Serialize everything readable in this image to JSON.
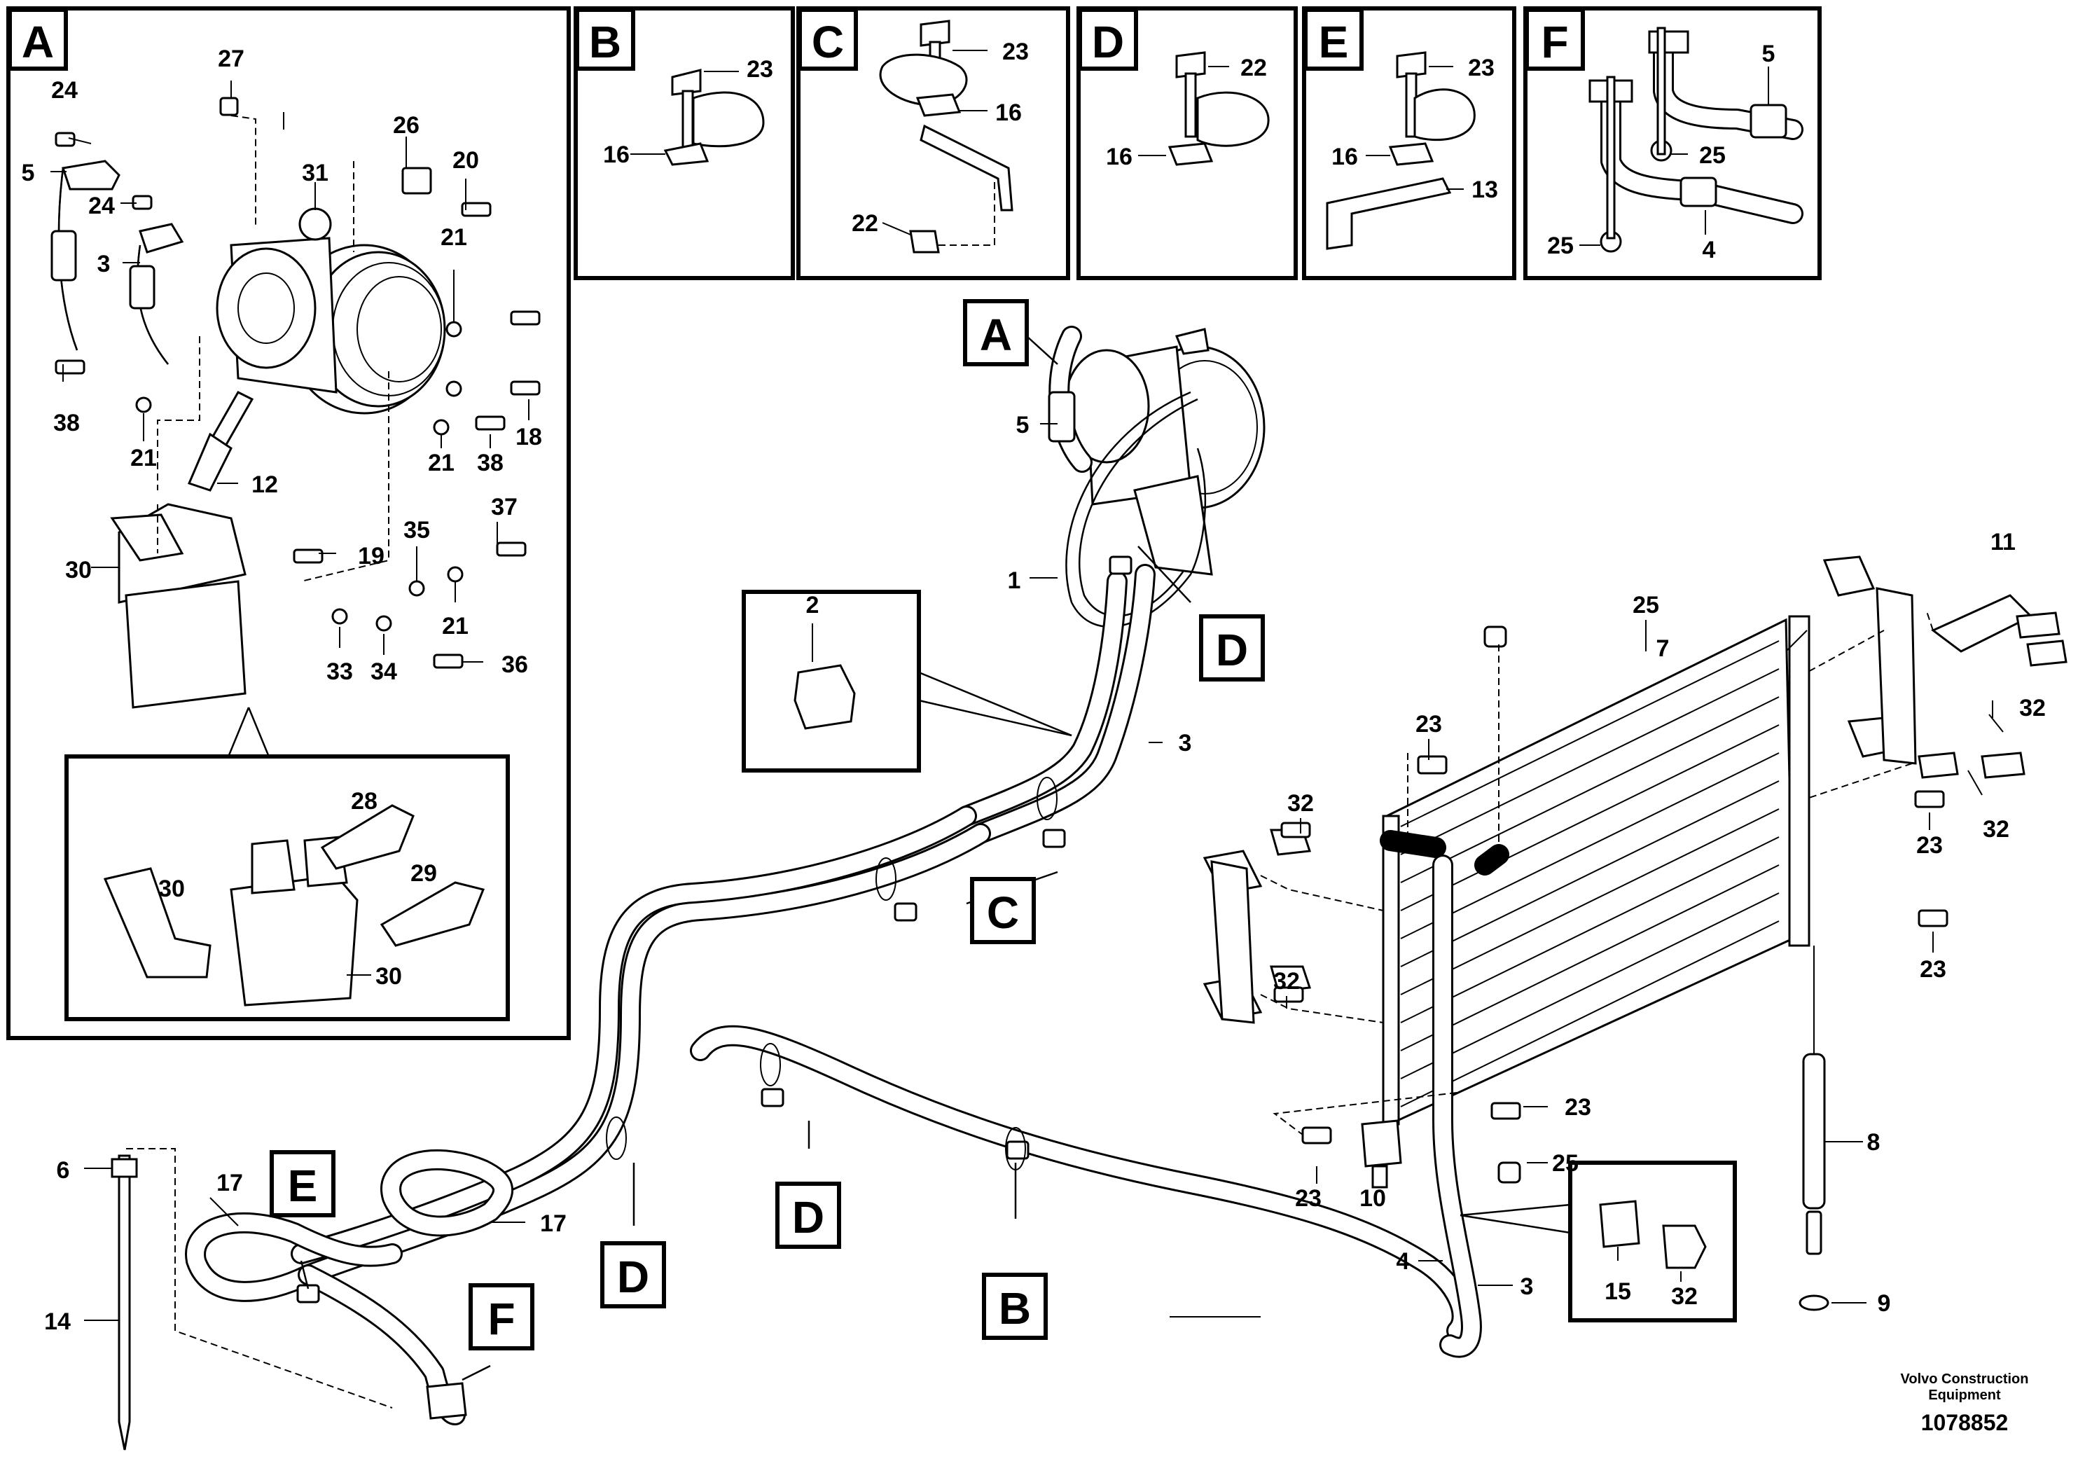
{
  "publisher": {
    "line1": "Volvo Construction",
    "line2": "Equipment",
    "drawing_number": "1078852"
  },
  "views": {
    "A": "A",
    "B": "B",
    "C": "C",
    "D": "D",
    "E": "E",
    "F": "F"
  },
  "parts": {
    "p1": "1",
    "p2": "2",
    "p3": "3",
    "p4": "4",
    "p5": "5",
    "p6": "6",
    "p7": "7",
    "p8": "8",
    "p9": "9",
    "p10": "10",
    "p11": "11",
    "p12": "12",
    "p13": "13",
    "p14": "14",
    "p15": "15",
    "p16": "16",
    "p17": "17",
    "p18": "18",
    "p19": "19",
    "p20": "20",
    "p21": "21",
    "p22": "22",
    "p23": "23",
    "p24": "24",
    "p25": "25",
    "p26": "26",
    "p27": "27",
    "p28": "28",
    "p29": "29",
    "p30": "30",
    "p31": "31",
    "p32": "32",
    "p33": "33",
    "p34": "34",
    "p35": "35",
    "p36": "36",
    "p37": "37",
    "p38": "38"
  }
}
